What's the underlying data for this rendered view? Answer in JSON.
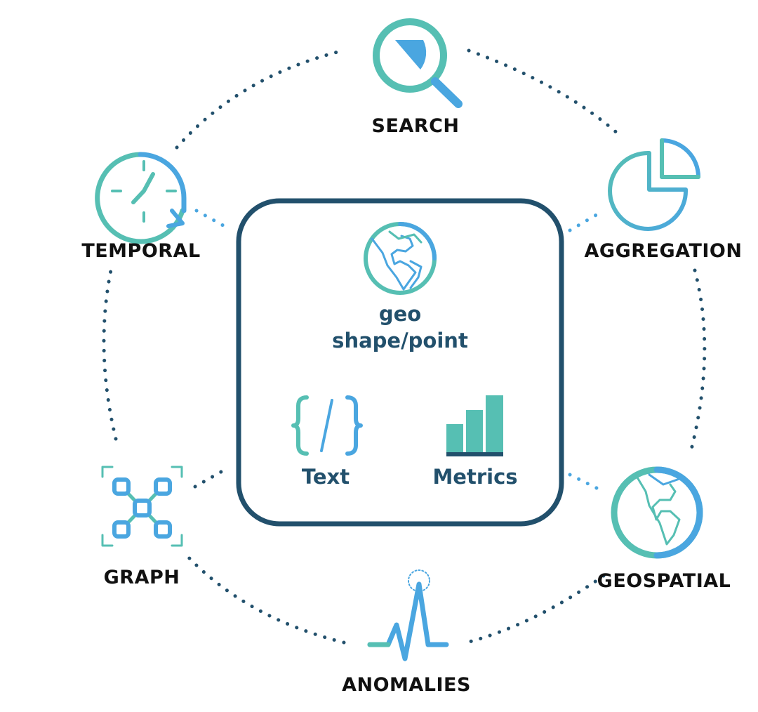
{
  "colors": {
    "dark_blue": "#22506c",
    "teal": "#56bfb3",
    "light_blue": "#4aa6e0",
    "label": "#111111"
  },
  "center": {
    "geo_line1": "geo",
    "geo_line2": "shape/point",
    "text_label": "Text",
    "metrics_label": "Metrics",
    "geo_icon": "globe-icon",
    "text_icon": "code-braces-icon",
    "metrics_icon": "bar-chart-icon"
  },
  "nodes": {
    "search": {
      "label": "SEARCH",
      "icon": "magnifier-icon"
    },
    "aggregation": {
      "label": "AGGREGATION",
      "icon": "pie-chart-icon"
    },
    "geospatial": {
      "label": "GEOSPATIAL",
      "icon": "globe-icon"
    },
    "anomalies": {
      "label": "ANOMALIES",
      "icon": "spike-line-icon"
    },
    "graph": {
      "label": "GRAPH",
      "icon": "network-graph-icon"
    },
    "temporal": {
      "label": "TEMPORAL",
      "icon": "clock-icon"
    }
  }
}
